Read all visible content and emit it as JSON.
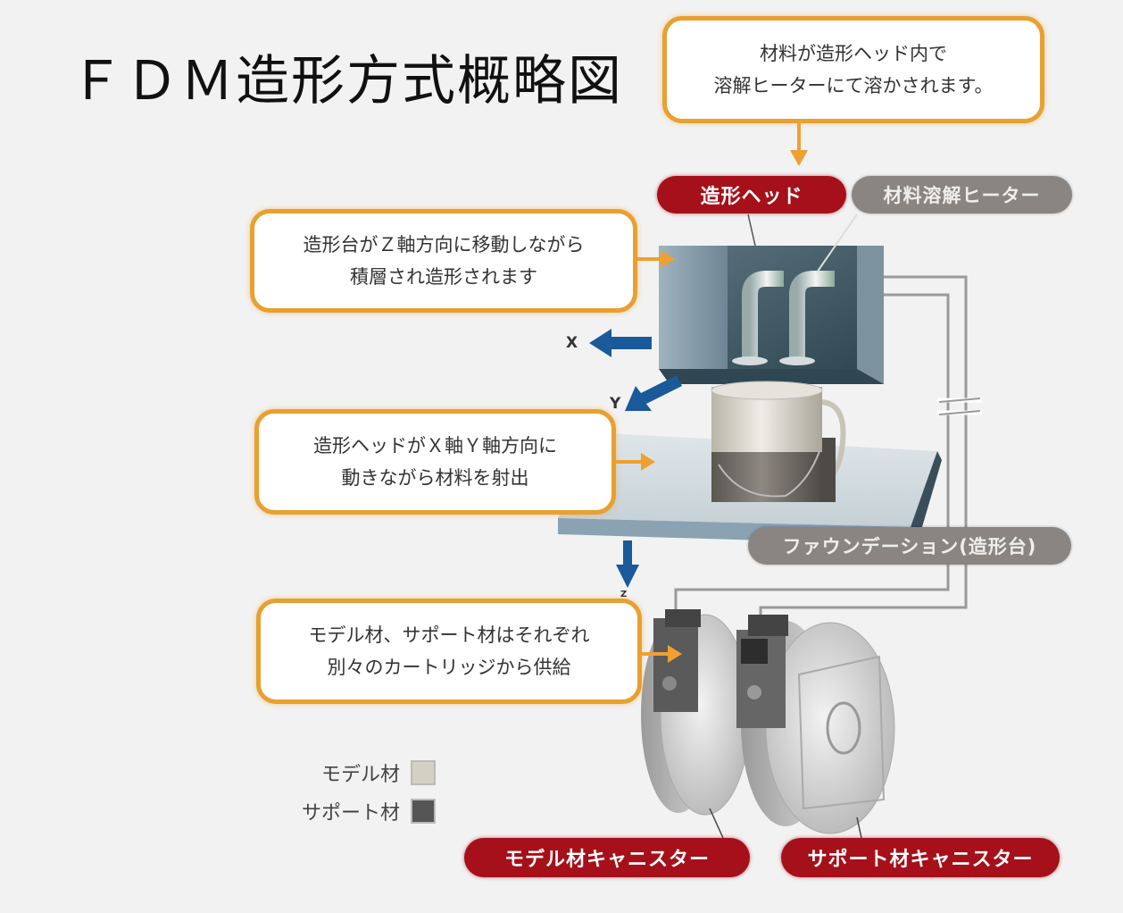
{
  "title": "ＦＤＭ造形方式概略図",
  "callouts": {
    "heater": [
      "材料が造形ヘッド内で",
      "溶解ヒーターにて溶かされます。"
    ],
    "z_axis": [
      "造形台がＺ軸方向に移動しながら",
      "積層され造形されます"
    ],
    "xy_axis": [
      "造形ヘッドがＸ軸Ｙ軸方向に",
      "動きながら材料を射出"
    ],
    "cartridge": [
      "モデル材、サポート材はそれぞれ",
      "別々のカートリッジから供給"
    ]
  },
  "labels": {
    "head": "造形ヘッド",
    "heater": "材料溶解ヒーター",
    "foundation": "ファウンデーション(造形台)",
    "model_canister": "モデル材キャニスター",
    "support_canister": "サポート材キャニスター"
  },
  "axes": {
    "x": "X",
    "y": "Y",
    "z": "Z"
  },
  "legend": [
    {
      "label": "モデル材",
      "color": "#d4d0c4"
    },
    {
      "label": "サポート材",
      "color": "#555555"
    }
  ],
  "colors": {
    "callout_border": "#e8a030",
    "accent_red": "#a5101a",
    "label_gray": "#8a8580",
    "axis_arrow": "#1a5a9a"
  }
}
